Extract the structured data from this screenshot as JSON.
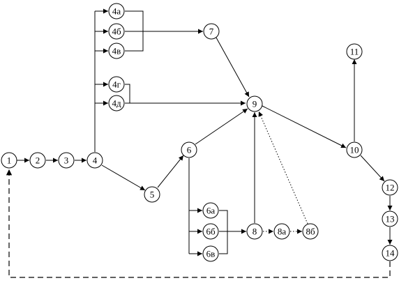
{
  "diagram": {
    "nodes": [
      {
        "id": "1",
        "label": "1"
      },
      {
        "id": "2",
        "label": "2"
      },
      {
        "id": "3",
        "label": "3"
      },
      {
        "id": "4",
        "label": "4"
      },
      {
        "id": "4a",
        "label": "4а"
      },
      {
        "id": "4b",
        "label": "4б"
      },
      {
        "id": "4v",
        "label": "4в"
      },
      {
        "id": "4g",
        "label": "4г"
      },
      {
        "id": "4d",
        "label": "4д"
      },
      {
        "id": "5",
        "label": "5"
      },
      {
        "id": "6",
        "label": "6"
      },
      {
        "id": "6a",
        "label": "6а"
      },
      {
        "id": "6b",
        "label": "6б"
      },
      {
        "id": "6v",
        "label": "6в"
      },
      {
        "id": "7",
        "label": "7"
      },
      {
        "id": "8",
        "label": "8"
      },
      {
        "id": "8a",
        "label": "8а"
      },
      {
        "id": "8b",
        "label": "8б"
      },
      {
        "id": "9",
        "label": "9"
      },
      {
        "id": "10",
        "label": "10"
      },
      {
        "id": "11",
        "label": "11"
      },
      {
        "id": "12",
        "label": "12"
      },
      {
        "id": "13",
        "label": "13"
      },
      {
        "id": "14",
        "label": "14"
      }
    ],
    "edges": [
      {
        "from": "1",
        "to": "2",
        "style": "solid"
      },
      {
        "from": "2",
        "to": "3",
        "style": "solid"
      },
      {
        "from": "3",
        "to": "4",
        "style": "solid"
      },
      {
        "from": "4",
        "to": "4a",
        "style": "solid"
      },
      {
        "from": "4",
        "to": "4b",
        "style": "solid"
      },
      {
        "from": "4",
        "to": "4v",
        "style": "solid"
      },
      {
        "from": "4",
        "to": "4g",
        "style": "solid"
      },
      {
        "from": "4",
        "to": "4d",
        "style": "solid"
      },
      {
        "from": "4",
        "to": "5",
        "style": "solid"
      },
      {
        "from": "4a",
        "to": "7",
        "style": "solid"
      },
      {
        "from": "4b",
        "to": "7",
        "style": "solid"
      },
      {
        "from": "4v",
        "to": "7",
        "style": "solid"
      },
      {
        "from": "4g",
        "to": "9",
        "style": "solid"
      },
      {
        "from": "4d",
        "to": "9",
        "style": "solid"
      },
      {
        "from": "5",
        "to": "6",
        "style": "solid"
      },
      {
        "from": "6",
        "to": "9",
        "style": "solid"
      },
      {
        "from": "6",
        "to": "6a",
        "style": "solid"
      },
      {
        "from": "6",
        "to": "6b",
        "style": "solid"
      },
      {
        "from": "6",
        "to": "6v",
        "style": "solid"
      },
      {
        "from": "6a",
        "to": "8",
        "style": "solid"
      },
      {
        "from": "6b",
        "to": "8",
        "style": "solid"
      },
      {
        "from": "6v",
        "to": "8",
        "style": "solid"
      },
      {
        "from": "7",
        "to": "9",
        "style": "solid"
      },
      {
        "from": "8",
        "to": "9",
        "style": "solid"
      },
      {
        "from": "8",
        "to": "8a",
        "style": "dotted"
      },
      {
        "from": "8a",
        "to": "8b",
        "style": "dotted"
      },
      {
        "from": "8b",
        "to": "9",
        "style": "dotted"
      },
      {
        "from": "9",
        "to": "10",
        "style": "solid"
      },
      {
        "from": "10",
        "to": "11",
        "style": "solid"
      },
      {
        "from": "10",
        "to": "12",
        "style": "solid"
      },
      {
        "from": "12",
        "to": "13",
        "style": "solid"
      },
      {
        "from": "13",
        "to": "14",
        "style": "solid"
      },
      {
        "from": "14",
        "to": "1",
        "style": "dashed"
      }
    ]
  }
}
